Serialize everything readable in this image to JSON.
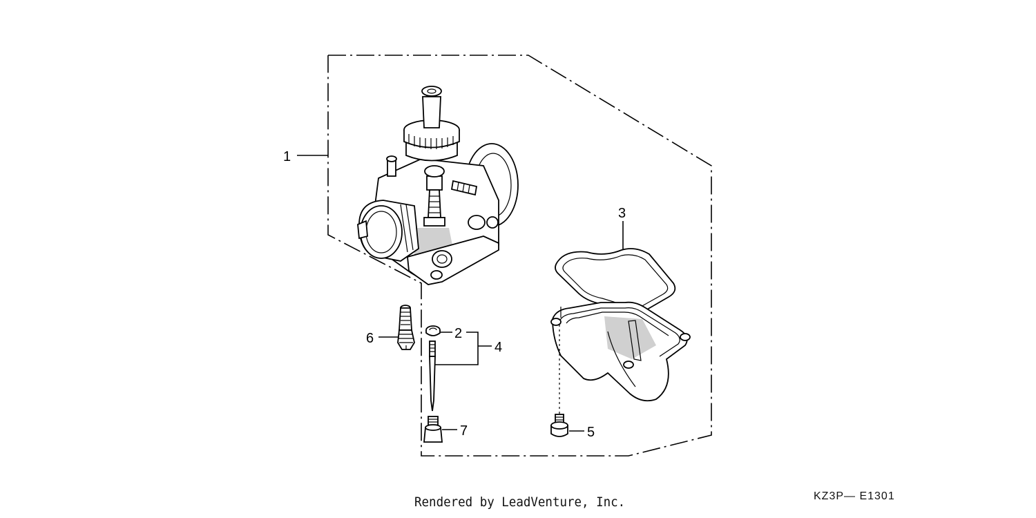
{
  "diagram": {
    "callouts": {
      "c1": "1",
      "c2": "2",
      "c3": "3",
      "c4": "4",
      "c5": "5",
      "c6": "6",
      "c7": "7"
    }
  },
  "footer": {
    "credit": "Rendered by LeadVenture, Inc.",
    "code": "KZ3P— E1301"
  }
}
